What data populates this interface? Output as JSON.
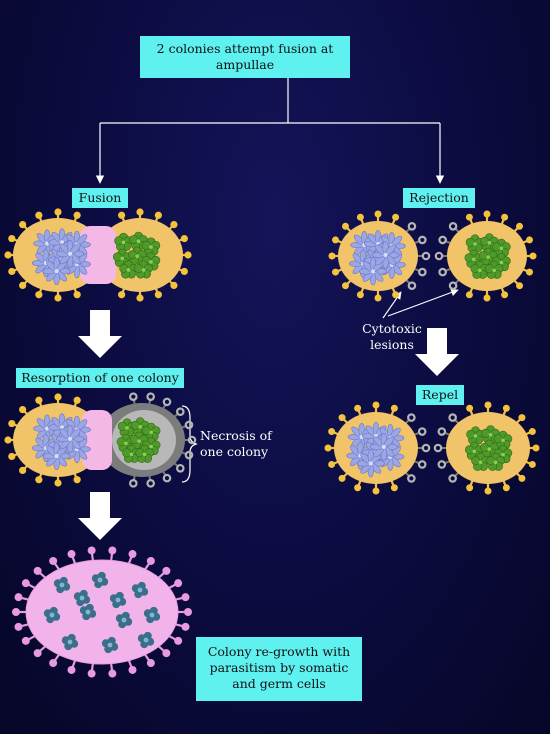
{
  "nodes": {
    "top": "2 colonies attempt fusion at ampullae",
    "fusion": "Fusion",
    "rejection": "Rejection",
    "resorption": "Resorption of one colony",
    "repel": "Repel",
    "regrowth": "Colony re-growth with parasitism by somatic and germ cells"
  },
  "annotations": {
    "necrosis_line1": "Necrosis of",
    "necrosis_line2": "one colony",
    "cytotoxic_line1": "Cytotoxic",
    "cytotoxic_line2": "lesions"
  },
  "colors": {
    "background": "#0b0b3e",
    "label_box": "#5ff0f0",
    "tunic": "#f2c46a",
    "ampulla": "#f4c23c",
    "zooid_blue": "#9aa6e6",
    "zooid_green": "#4f9a2a",
    "necrotic_gray": "#9a9a9a",
    "pink_fused": "#f3b8e6",
    "regrowth_body": "#f2b2ea",
    "regrowth_zooid": "#3a6e8a"
  }
}
